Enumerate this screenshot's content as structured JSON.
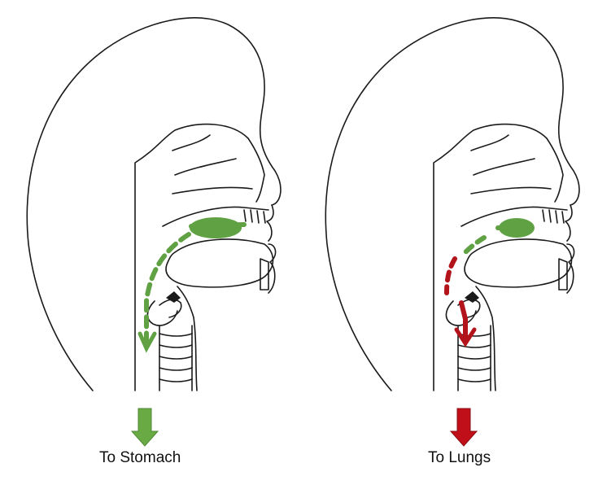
{
  "panels": [
    {
      "id": "left",
      "caption": "To Stomach",
      "outcome": "stomach",
      "path_color": "#5fa143",
      "arrow_color": "#6aaa45",
      "arrow_border": "#4e8a32"
    },
    {
      "id": "right",
      "caption": "To Lungs",
      "outcome": "lungs",
      "path_color": "#b3141b",
      "arrow_color": "#c00f18",
      "arrow_border": "#8a0c12",
      "bolus_color": "#5fa143"
    }
  ],
  "line_color": "#1a1a1a",
  "icons": [
    "head-profile-outline",
    "food-bolus",
    "path-dashes",
    "down-arrow"
  ]
}
